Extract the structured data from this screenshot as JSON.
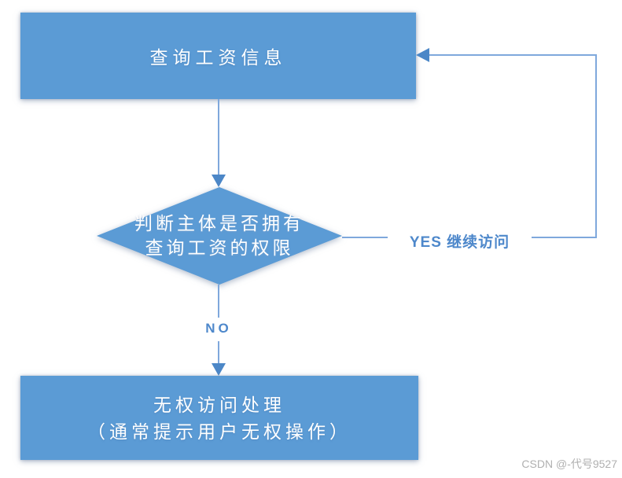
{
  "diagram": {
    "nodes": {
      "query_salary": {
        "label": "查询工资信息"
      },
      "permission_check": {
        "line1": "判断主体是否拥有",
        "line2": "查询工资的权限"
      },
      "deny_handler": {
        "line1": "无权访问处理",
        "line2": "（通常提示用户无权操作）"
      }
    },
    "edges": {
      "yes_label": "YES 继续访问",
      "no_label": "NO"
    },
    "colors": {
      "node_fill": "#5b9bd5",
      "node_text": "#ffffff",
      "connector_line": "#7fa8dc",
      "arrowhead": "#4c87c7",
      "edge_label_text": "#4e88cb",
      "background": "#ffffff",
      "watermark_text": "#b0b0b0"
    }
  },
  "watermark": {
    "text": "CSDN @-代号9527"
  }
}
